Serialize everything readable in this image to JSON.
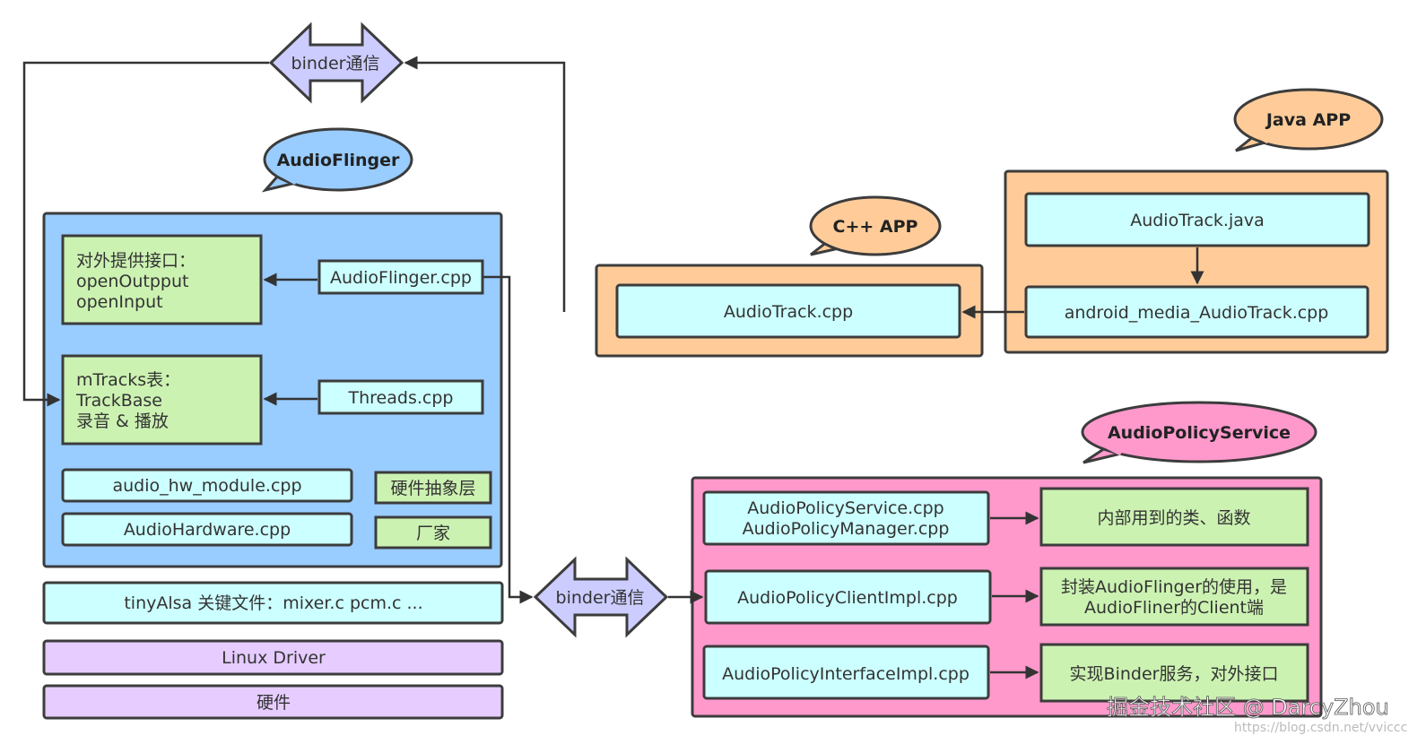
{
  "bubbles": {
    "audioflinger": "AudioFlinger",
    "cpp_app": "C++ APP",
    "java_app": "Java APP",
    "audiopolicy": "AudioPolicyService"
  },
  "binder": {
    "top": "binder通信",
    "bottom": "binder通信"
  },
  "audioflinger_panel": {
    "interface_box": [
      "对外提供接口：",
      "openOutpput",
      "openInput"
    ],
    "tracks_box": [
      "mTracks表：",
      "TrackBase",
      "录音 & 播放"
    ],
    "audioflinger_cpp": "AudioFlinger.cpp",
    "threads_cpp": "Threads.cpp",
    "audio_hw_module": "audio_hw_module.cpp",
    "hal_label": "硬件抽象层",
    "audio_hardware": "AudioHardware.cpp",
    "vendor_label": "厂家"
  },
  "lower_stack": {
    "tinyalsa": "tinyAlsa 关键文件：mixer.c pcm.c ...",
    "linux_driver": "Linux Driver",
    "hardware": "硬件"
  },
  "cpp_panel": {
    "audiotrack_cpp": "AudioTrack.cpp"
  },
  "java_panel": {
    "audiotrack_java": "AudioTrack.java",
    "android_media_audiotrack": "android_media_AudioTrack.cpp"
  },
  "policy_panel": {
    "service_manager": [
      "AudioPolicyService.cpp",
      "AudioPolicyManager.cpp"
    ],
    "client_impl": "AudioPolicyClientImpl.cpp",
    "interface_impl": "AudioPolicyInterfaceImpl.cpp",
    "internal_note": "内部用到的类、函数",
    "wrap_note": [
      "封装AudioFlinger的使用，是",
      "AudioFliner的Client端"
    ],
    "binder_note": "实现Binder服务，对外接口"
  },
  "watermark": {
    "main": "掘金技术社区 @ DarcyZhou",
    "sub": "https://blog.csdn.net/vviccc"
  },
  "colors": {
    "blue_panel": "#99ccff",
    "orange_panel": "#ffcc99",
    "pink_panel": "#ff99cc",
    "cyan_box": "#ccffff",
    "green_box": "#ccf2b2",
    "purple_box": "#e6ccff",
    "binder_shape": "#ccccff",
    "audioflinger_bubble": "#99ccff",
    "app_bubble": "#ffcc99",
    "policy_bubble": "#ff99cc"
  }
}
